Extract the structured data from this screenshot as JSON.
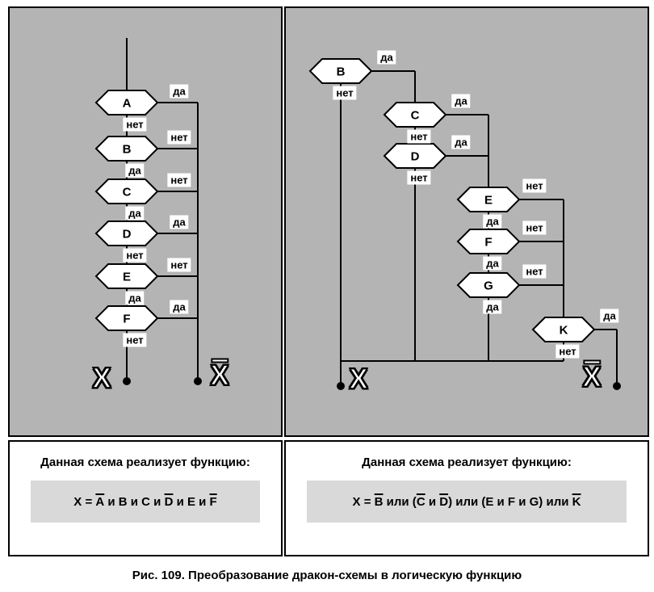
{
  "caption": "Рис. 109. Преобразование дракон-схемы в логическую функцию",
  "panels": [
    {
      "name": "left-scheme",
      "nodes": [
        {
          "label": "A",
          "right": "да",
          "down": "нет"
        },
        {
          "label": "B",
          "right": "нет",
          "down": "да"
        },
        {
          "label": "C",
          "right": "нет",
          "down": "да"
        },
        {
          "label": "D",
          "right": "да",
          "down": "нет"
        },
        {
          "label": "E",
          "right": "нет",
          "down": "да"
        },
        {
          "label": "F",
          "right": "да",
          "down": "нет"
        }
      ],
      "outputs": {
        "true_label": "X",
        "false_label": "X"
      },
      "footer": {
        "heading": "Данная схема реализует функцию:",
        "formula": [
          {
            "t": "X = "
          },
          {
            "t": "A",
            "ov": true
          },
          {
            "t": " и B и C и "
          },
          {
            "t": "D",
            "ov": true
          },
          {
            "t": " и E и "
          },
          {
            "t": "F",
            "ov": true
          }
        ]
      }
    },
    {
      "name": "right-scheme",
      "nodes": [
        {
          "label": "B",
          "right": "да",
          "down": "нет"
        },
        {
          "label": "C",
          "right": "да",
          "down": "нет"
        },
        {
          "label": "D",
          "right": "да",
          "down": "нет"
        },
        {
          "label": "E",
          "right": "нет",
          "down": "да"
        },
        {
          "label": "F",
          "right": "нет",
          "down": "да"
        },
        {
          "label": "G",
          "right": "нет",
          "down": "да"
        },
        {
          "label": "K",
          "right": "да",
          "down": "нет"
        }
      ],
      "outputs": {
        "true_label": "X",
        "false_label": "X"
      },
      "footer": {
        "heading": "Данная схема реализует функцию:",
        "formula": [
          {
            "t": "X = "
          },
          {
            "t": "B",
            "ov": true
          },
          {
            "t": " или ("
          },
          {
            "t": "C",
            "ov": true
          },
          {
            "t": " и "
          },
          {
            "t": "D",
            "ov": true
          },
          {
            "t": ") или (E и F и G) или "
          },
          {
            "t": "K",
            "ov": true
          }
        ]
      }
    }
  ],
  "colors": {
    "panel_bg": "#b4b4b4",
    "formula_bg": "#d9d9d9",
    "line": "#000000",
    "node_fill": "#ffffff"
  }
}
